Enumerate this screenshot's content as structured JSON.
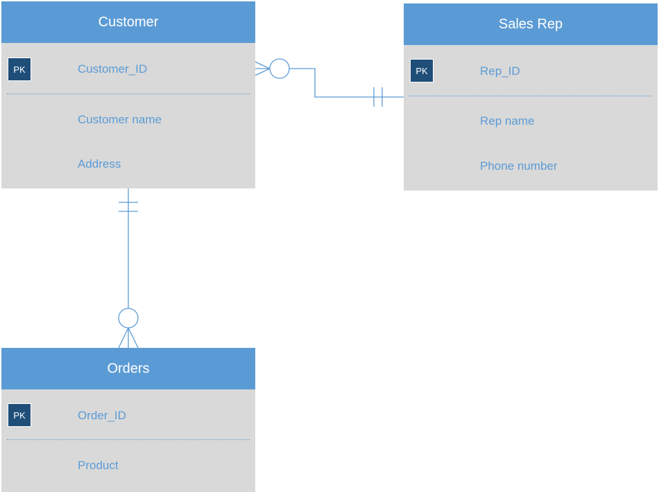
{
  "diagram": {
    "entities": {
      "customer": {
        "title": "Customer",
        "pk_label": "PK",
        "key_attribute": "Customer_ID",
        "attributes": [
          "Customer name",
          "Address"
        ]
      },
      "sales_rep": {
        "title": "Sales Rep",
        "pk_label": "PK",
        "key_attribute": "Rep_ID",
        "attributes": [
          "Rep name",
          "Phone number"
        ]
      },
      "orders": {
        "title": "Orders",
        "pk_label": "PK",
        "key_attribute": "Order_ID",
        "attributes": [
          "Product"
        ]
      }
    },
    "relationships": [
      {
        "from": "Customer",
        "to": "Sales Rep",
        "from_cardinality": "zero-or-many",
        "to_cardinality": "one-and-only-one"
      },
      {
        "from": "Customer",
        "to": "Orders",
        "from_cardinality": "one-and-only-one",
        "to_cardinality": "zero-or-many"
      }
    ],
    "colors": {
      "header": "#5b9bd5",
      "body": "#d9d9d9",
      "pk_badge": "#1f4e79",
      "text": "#5b9bd5",
      "connector": "#5b9bd5"
    }
  }
}
